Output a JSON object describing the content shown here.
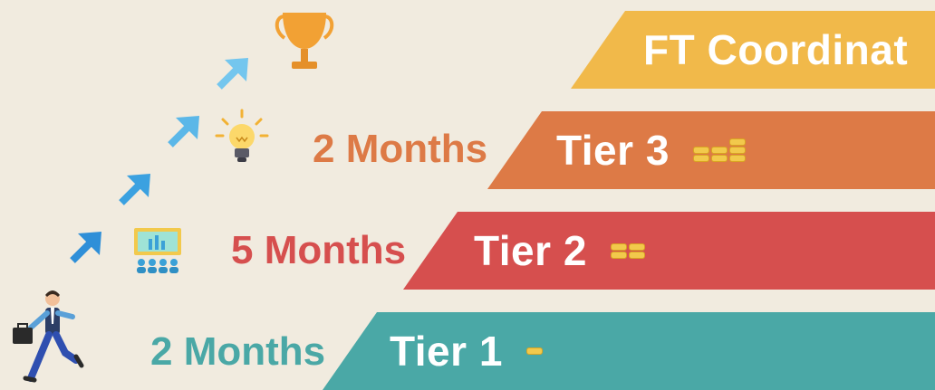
{
  "colors": {
    "background": "#f1ebdf",
    "final": "#f1b94a",
    "tier3": "#dd7a46",
    "tier2": "#d64f4e",
    "tier1": "#4aa8a6",
    "arrow": "#3ea6de"
  },
  "final": {
    "label": "FT Coordinat"
  },
  "tiers": [
    {
      "label": "Tier 3",
      "duration": "2 Months",
      "coins": 3
    },
    {
      "label": "Tier 2",
      "duration": "5 Months",
      "coins": 2
    },
    {
      "label": "Tier 1",
      "duration": "2 Months",
      "coins": 1
    }
  ],
  "icons": [
    "trophy-icon",
    "lightbulb-icon",
    "presentation-board-icon",
    "climbing-person-icon",
    "up-arrow-icon"
  ]
}
